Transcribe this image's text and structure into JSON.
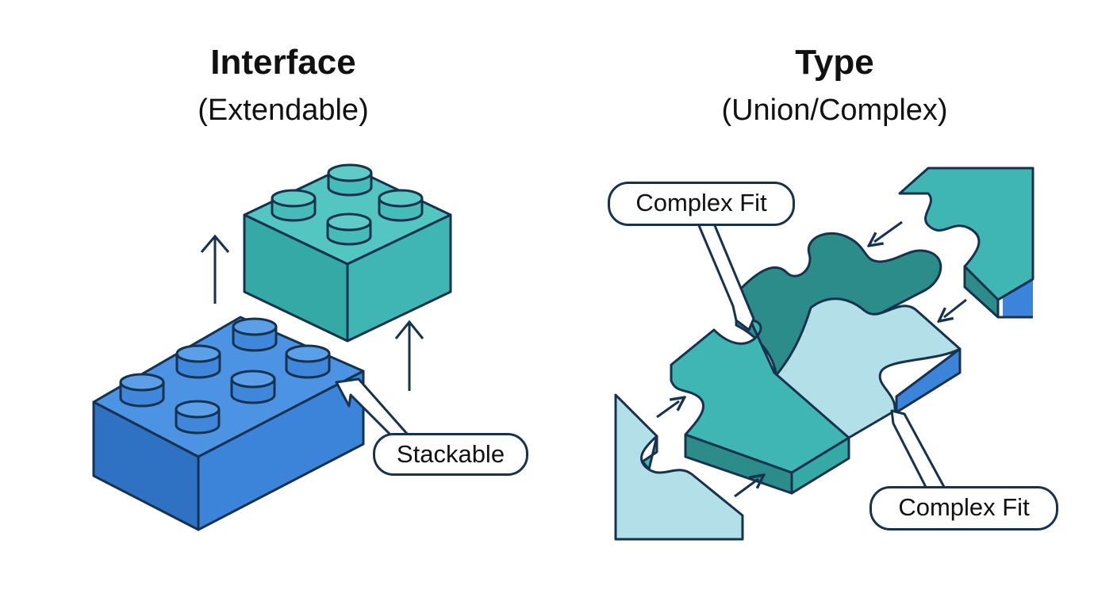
{
  "interface": {
    "title": "Interface",
    "subtitle": "(Extendable)",
    "callout": "Stackable"
  },
  "type": {
    "title": "Type",
    "subtitle": "(Union/Complex)",
    "callout_top": "Complex Fit",
    "callout_bottom": "Complex Fit"
  },
  "colors": {
    "brick_blue": "#3b84d9",
    "brick_teal": "#3fb6b3",
    "piece_dark_teal": "#2c8c8a",
    "piece_light_blue": "#b3dfe9",
    "outline": "#16324f"
  },
  "icons": [
    "lego-brick-2x4-icon",
    "lego-brick-2x2-icon",
    "puzzle-piece-icon",
    "arrow-icon"
  ]
}
